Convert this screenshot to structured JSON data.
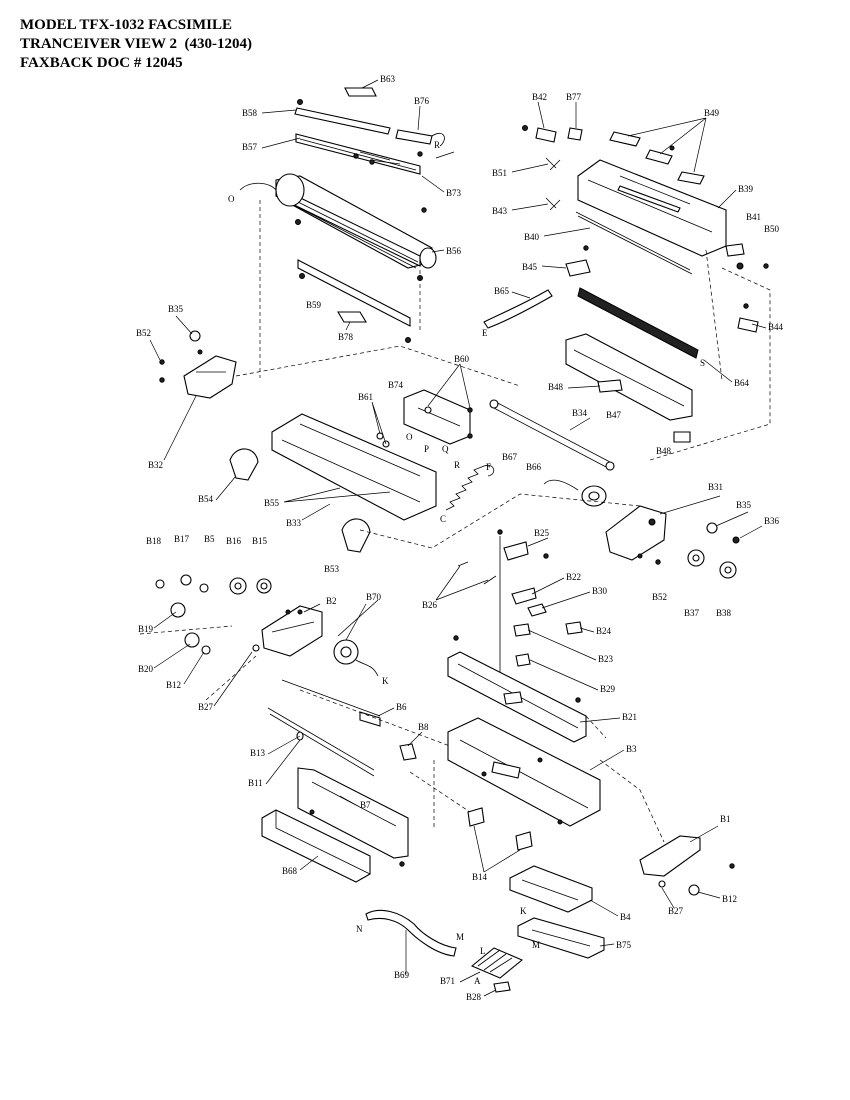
{
  "header": {
    "line1": "MODEL TFX-1032 FACSIMILE",
    "line2": "TRANCEIVER VIEW 2  (430-1204)",
    "line3": "FAXBACK DOC # 12045"
  },
  "callouts": {
    "B63": "B63",
    "B58": "B58",
    "B76": "B76",
    "B57": "B57",
    "R": "R",
    "B73": "B73",
    "O": "O",
    "B56": "B56",
    "B59": "B59",
    "B78": "B78",
    "B42": "B42",
    "B77": "B77",
    "B49": "B49",
    "B51": "B51",
    "B39": "B39",
    "B43": "B43",
    "B41": "B41",
    "B50": "B50",
    "B40": "B40",
    "B45": "B45",
    "B65": "B65",
    "E": "E",
    "B44": "B44",
    "S": "S",
    "B64": "B64",
    "B48": "B48",
    "B47": "B47",
    "B68b": "B48",
    "B35": "B35",
    "B52": "B52",
    "B32": "B32",
    "B74": "B74",
    "B60": "B60",
    "B61": "B61",
    "O2": "O",
    "P": "P",
    "Q": "Q",
    "R2": "R",
    "B34": "B34",
    "B54": "B54",
    "B55": "B55",
    "B33": "B33",
    "B67": "B67",
    "F": "F",
    "B66": "B66",
    "C": "C",
    "B31": "B31",
    "B35b": "B35",
    "B36": "B36",
    "B53": "B53",
    "B25": "B25",
    "B52b": "B52",
    "B37": "B37",
    "B38": "B38",
    "B18": "B18",
    "B17": "B17",
    "B5": "B5",
    "B16": "B16",
    "B15": "B15",
    "B2": "B2",
    "B70": "B70",
    "B26": "B26",
    "B22": "B22",
    "B30": "B30",
    "B19": "B19",
    "B24": "B24",
    "B23": "B23",
    "B20": "B20",
    "B12": "B12",
    "K": "K",
    "B29": "B29",
    "B27": "B27",
    "B6": "B6",
    "B21": "B21",
    "B8": "B8",
    "B13": "B13",
    "B3": "B3",
    "B11": "B11",
    "B7": "B7",
    "B1": "B1",
    "B14": "B14",
    "B68": "B68",
    "B27b": "B27",
    "B12b": "B12",
    "K2": "K",
    "B4": "B4",
    "N": "N",
    "M": "M",
    "M2": "M",
    "B75": "B75",
    "L": "L",
    "B69": "B69",
    "B71": "B71",
    "A": "A",
    "B28": "B28"
  }
}
